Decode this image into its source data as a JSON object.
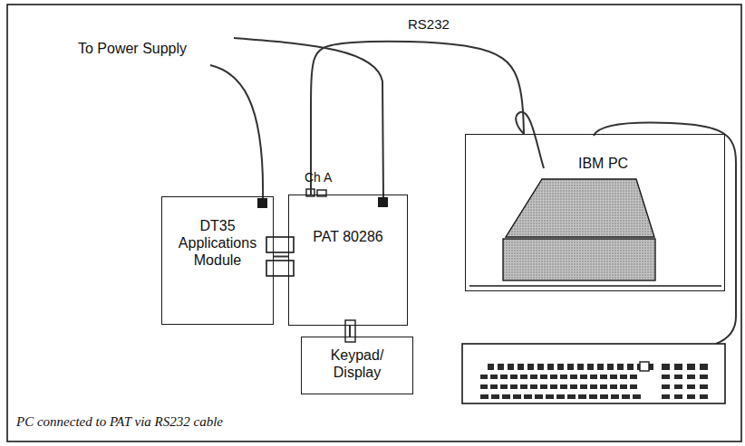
{
  "diagram": {
    "caption": "PC connected to PAT via RS232 cable",
    "nodes": [
      {
        "text": [
          "DT35 Applications Module"
        ]
      },
      {
        "text": [
          "PAT 80286"
        ]
      },
      {
        "text": [
          "Keypad/ Display"
        ]
      },
      {
        "text": [
          "IBM PC"
        ]
      }
    ],
    "edges": [
      {
        "from": 0,
        "to": 1,
        "arrow": "none"
      },
      {
        "from": 1,
        "to": 2,
        "arrow": "none"
      },
      {
        "from": 1,
        "to": 3,
        "label": "RS232",
        "arrow": "none"
      }
    ],
    "labels": [
      "To Power Supply",
      "Ch A"
    ]
  }
}
